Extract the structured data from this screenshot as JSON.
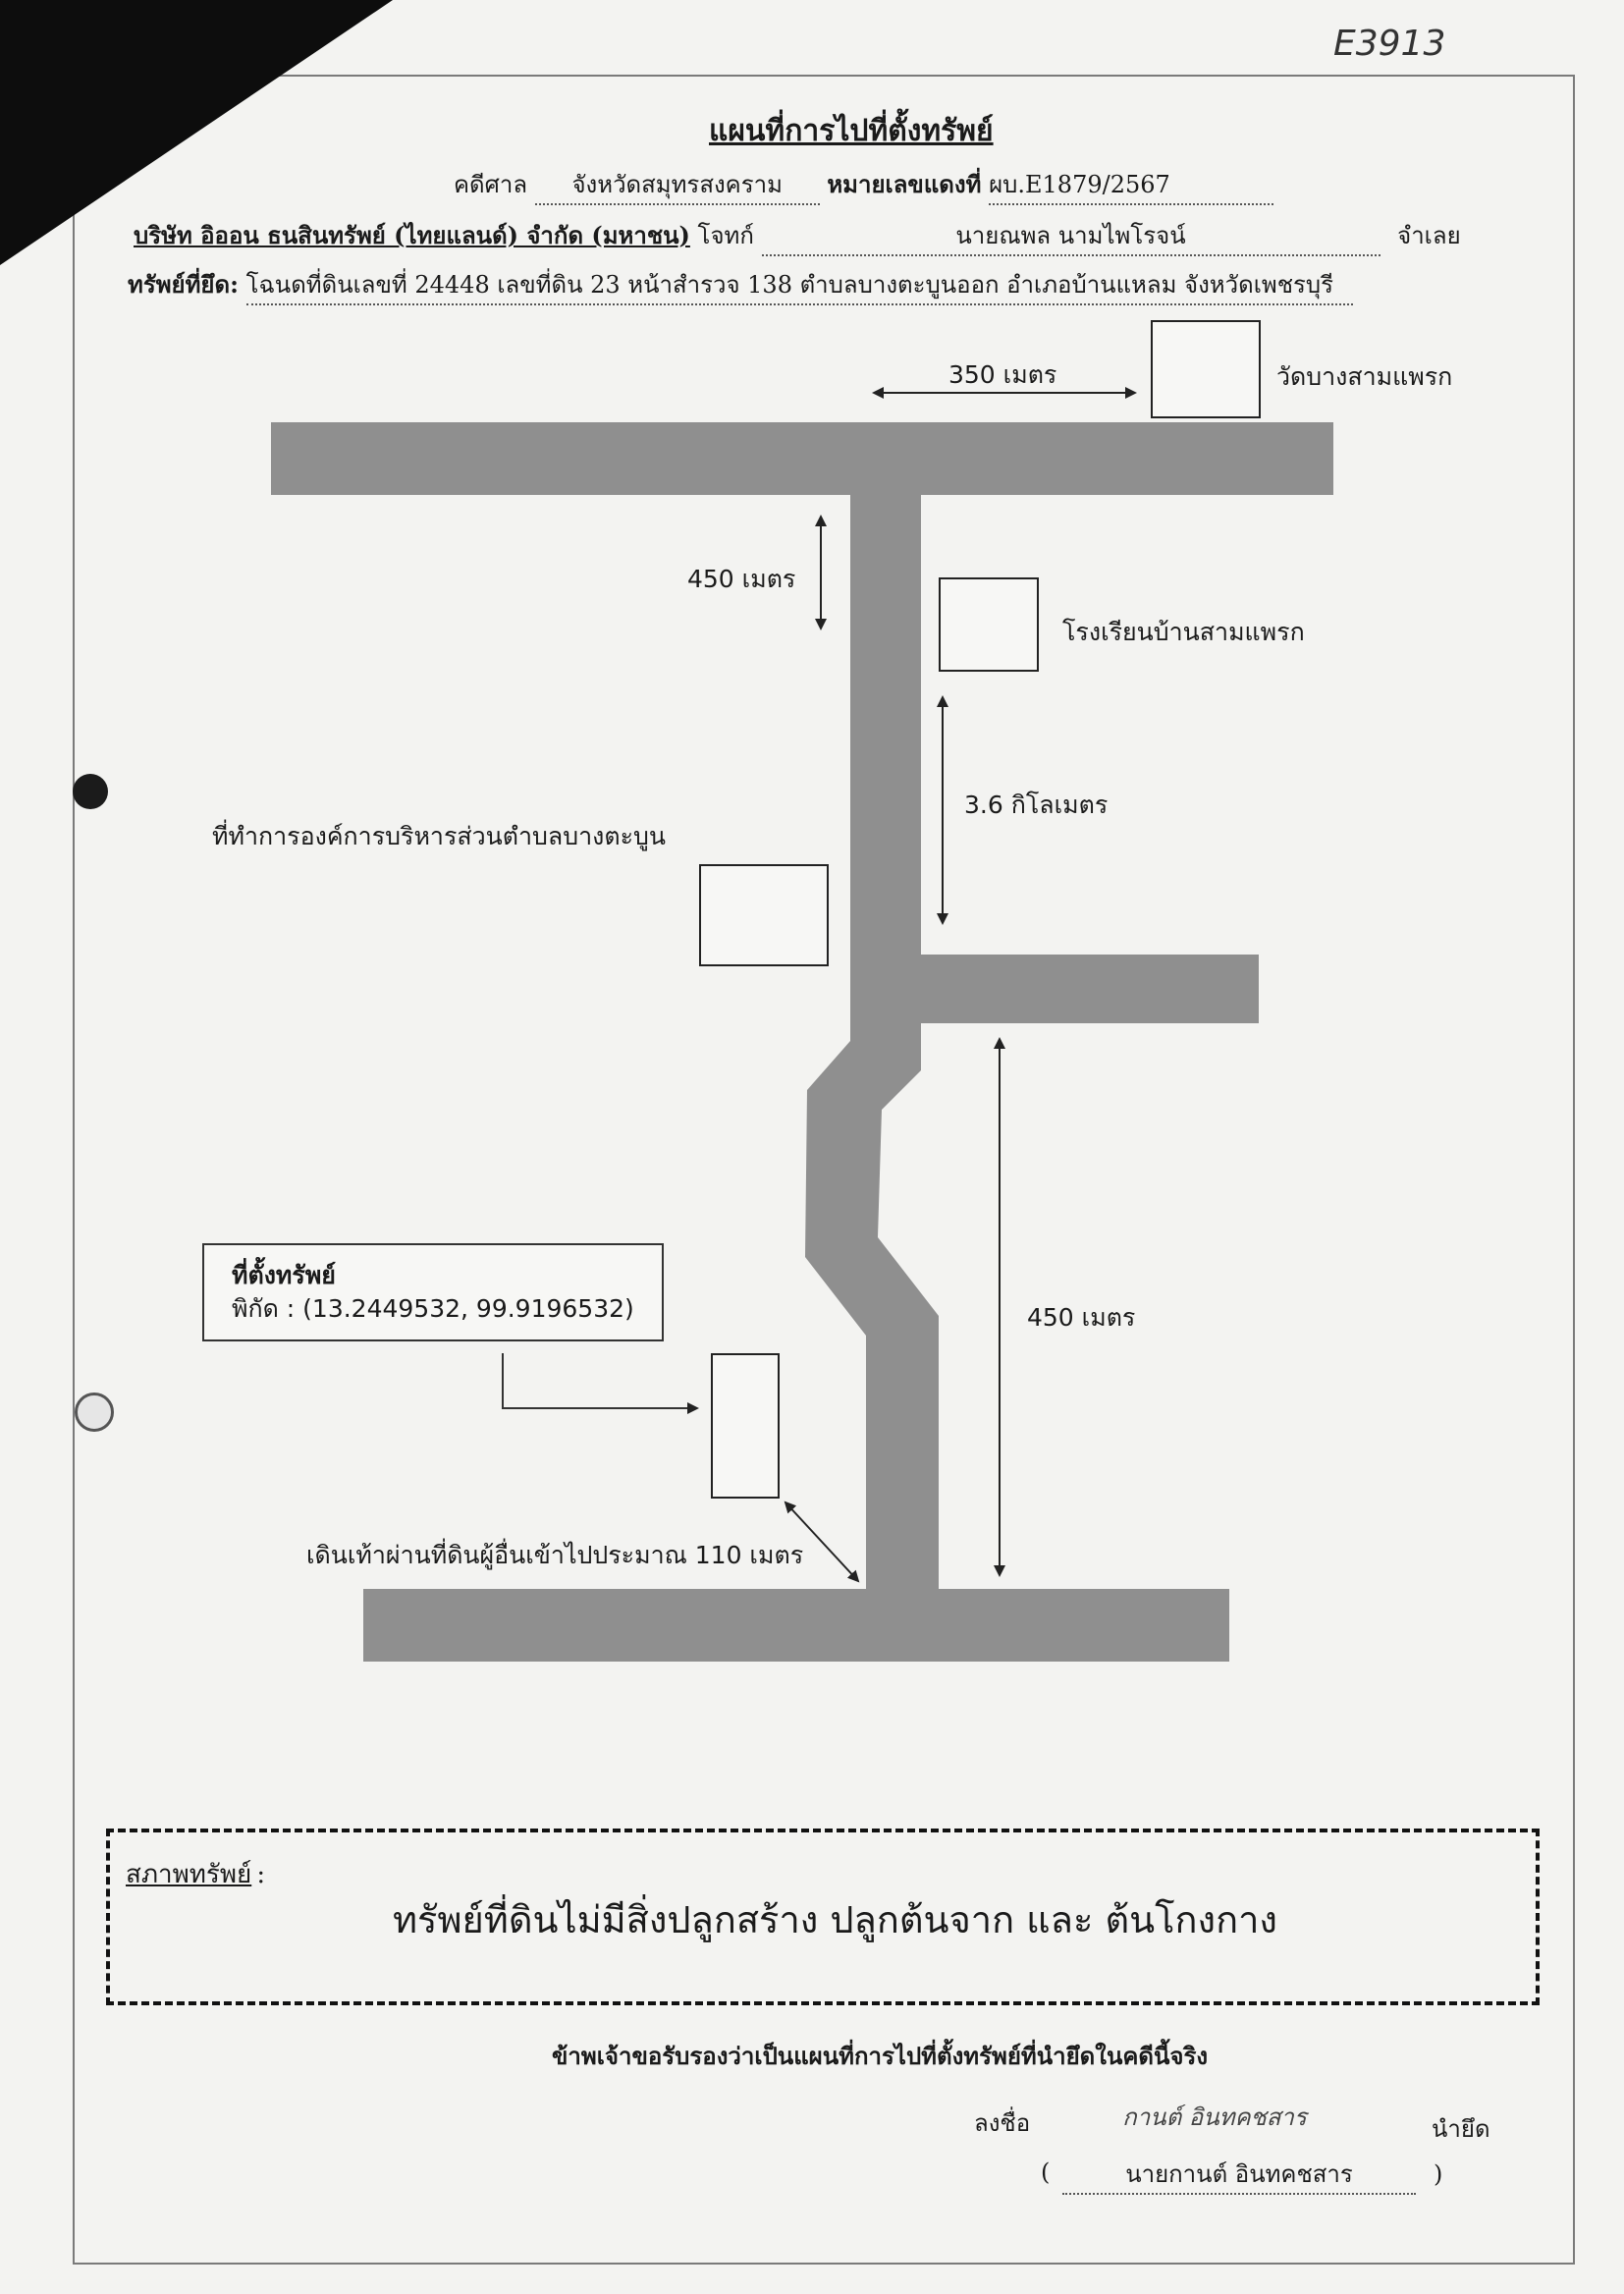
{
  "doc_number": "E3913",
  "title": "แผนที่การไปที่ตั้งทรัพย์",
  "header": {
    "court_label": "คดีศาล",
    "court_value": "จังหวัดสมุทรสงคราม",
    "case_no_label": "หมายเลขแดงที่",
    "case_no_value": "ผบ.E1879/2567",
    "plaintiff": "บริษัท อิออน ธนสินทรัพย์ (ไทยแลนด์) จำกัด (มหาชน)",
    "plaintiff_suffix": "โจทก์",
    "defendant": "นายณพล นามไพโรจน์",
    "defendant_suffix": "จำเลย",
    "property_label": "ทรัพย์ที่ยึด:",
    "property_value": "โฉนดที่ดินเลขที่ 24448 เลขที่ดิน 23 หน้าสำรวจ 138 ตำบลบางตะบูนออก อำเภอบ้านแหลม จังหวัดเพชรบุรี"
  },
  "map": {
    "landmarks": {
      "temple": "วัดบางสามแพรก",
      "school": "โรงเรียนบ้านสามแพรก",
      "sao_office": "ที่ทำการองค์การบริหารส่วนตำบลบางตะบูน"
    },
    "distances": {
      "temple_dist": "350 เมตร",
      "top_dist": "450 เมตร",
      "mid_dist": "3.6 กิโลเมตร",
      "bottom_dist": "450 เมตร",
      "walk_note": "เดินเท้าผ่านที่ดินผู้อื่นเข้าไปประมาณ 110 เมตร"
    },
    "property_box": {
      "title": "ที่ตั้งทรัพย์",
      "coords": "พิกัด : (13.2449532, 99.9196532)"
    }
  },
  "condition": {
    "label": "สภาพทรัพย์",
    "colon": ":",
    "text": "ทรัพย์ที่ดินไม่มีสิ่งปลูกสร้าง ปลูกต้นจาก และ ต้นโกงกาง"
  },
  "certification": {
    "statement": "ข้าพเจ้าขอรับรองว่าเป็นแผนที่การไปที่ตั้งทรัพย์ที่นำยึดในคดีนี้จริง",
    "sign_label": "ลงชื่อ",
    "signature": "กานต์ อินทคชสาร",
    "role": "นำยึด",
    "name": "นายกานต์ อินทคชสาร",
    "paren_open": "(",
    "paren_close": ")"
  },
  "colors": {
    "road": "#8f8f8f",
    "paper": "#f3f3f1",
    "ink": "#1a1a1a"
  }
}
